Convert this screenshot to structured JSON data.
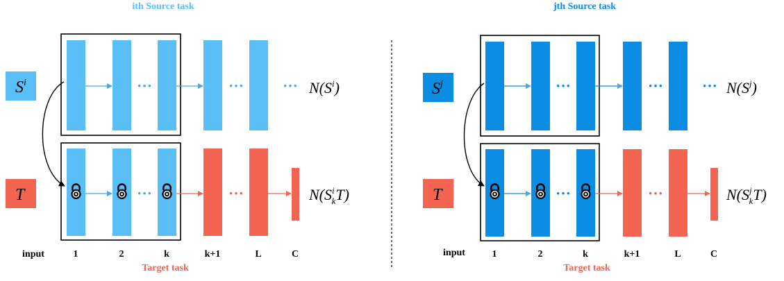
{
  "colors": {
    "light_blue": "#5bbff7",
    "dark_blue": "#0b8de3",
    "red": "#f36551",
    "frame": "#000000",
    "arrow_black": "#000000"
  },
  "icons": [
    "lock-icon"
  ],
  "panels": [
    {
      "id": "i",
      "title": "ith Source task",
      "source_symbol": "S",
      "source_superscript": "i",
      "target_symbol": "T",
      "source_output": {
        "prefix": "N(",
        "symbol": "S",
        "sup": "i",
        "suffix": ")"
      },
      "target_output": {
        "prefix": "N(",
        "symbol": "S",
        "sup": "i",
        "sub": "k",
        "suffix": "T)"
      },
      "layer_labels": [
        "input",
        "1",
        "2",
        "k",
        "k+1",
        "L",
        "C"
      ],
      "target_task_label": "Target task",
      "source_dots": "···",
      "target_dots": "···"
    },
    {
      "id": "j",
      "title": "jth Source task",
      "source_symbol": "S",
      "source_superscript": "j",
      "target_symbol": "T",
      "source_output": {
        "prefix": "N(",
        "symbol": "S",
        "sup": "j",
        "suffix": ")"
      },
      "target_output": {
        "prefix": "N(",
        "symbol": "S",
        "sup": "j",
        "sub": "k",
        "suffix": "T)"
      },
      "layer_labels": [
        "input",
        "1",
        "2",
        "k",
        "k+1",
        "L",
        "C"
      ],
      "target_task_label": "Target task",
      "source_dots": "···",
      "target_dots": "···"
    }
  ]
}
